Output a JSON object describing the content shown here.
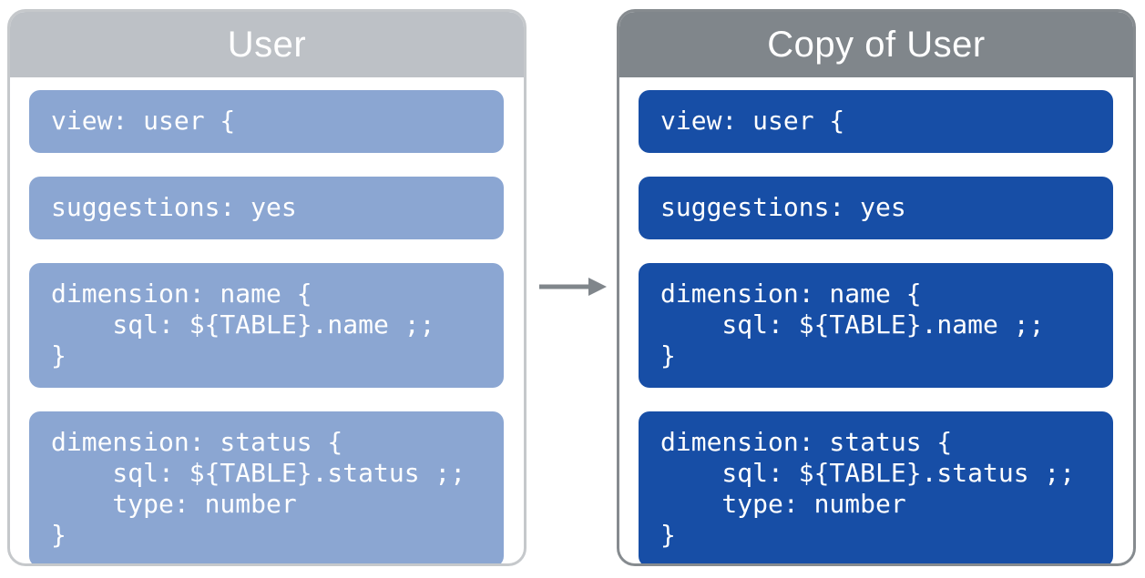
{
  "panels": [
    {
      "title": "User",
      "blocks": [
        {
          "code": "view: user {"
        },
        {
          "code": "suggestions: yes"
        },
        {
          "code": "dimension: name {\n    sql: ${TABLE}.name ;;\n}"
        },
        {
          "code": "dimension: status {\n    sql: ${TABLE}.status ;;\n    type: number\n}"
        }
      ]
    },
    {
      "title": "Copy of User",
      "blocks": [
        {
          "code": "view: user {"
        },
        {
          "code": "suggestions: yes"
        },
        {
          "code": "dimension: name {\n    sql: ${TABLE}.name ;;\n}"
        },
        {
          "code": "dimension: status {\n    sql: ${TABLE}.status ;;\n    type: number\n}"
        }
      ]
    }
  ],
  "arrow": {
    "direction": "right"
  },
  "colors": {
    "left_header_bg": "#bdc1c6",
    "right_header_bg": "#80868b",
    "left_block_bg": "#8ba6d2",
    "right_block_bg": "#174ea6",
    "left_panel_border": "#c5c8cb",
    "right_panel_border": "#868b8f",
    "arrow": "#80868b",
    "text": "#ffffff"
  }
}
